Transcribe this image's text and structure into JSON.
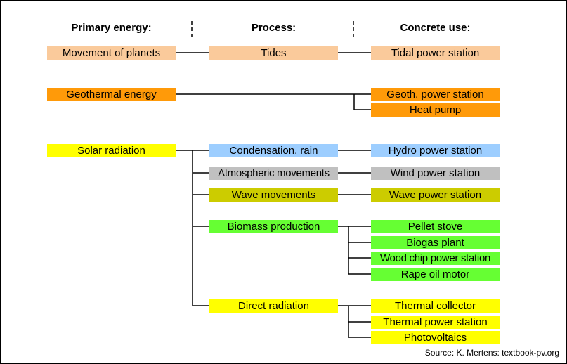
{
  "headers": {
    "primary": "Primary energy:",
    "process": "Process:",
    "use": "Concrete use:"
  },
  "colors": {
    "peach": "#FACA9B",
    "orange": "#FF9A09",
    "yellow": "#FFFF00",
    "blue": "#9DCEFF",
    "gray": "#C0C0C0",
    "olive": "#CCCC00",
    "green": "#66FF33"
  },
  "primary": {
    "planets": "Movement of planets",
    "geothermal": "Geothermal energy",
    "solar": "Solar radiation"
  },
  "process": {
    "tides": "Tides",
    "condensation": "Condensation, rain",
    "atmospheric": "Atmospheric movements",
    "wave": "Wave movements",
    "biomass": "Biomass production",
    "direct": "Direct radiation"
  },
  "use": {
    "tidal": "Tidal power station",
    "geoth": "Geoth. power station",
    "heat_pump": "Heat pump",
    "hydro": "Hydro power station",
    "wind": "Wind power station",
    "wave_station": "Wave power station",
    "pellet": "Pellet stove",
    "biogas": "Biogas plant",
    "wood_chip": "Wood chip power station",
    "rape_oil": "Rape oil motor",
    "thermal_collector": "Thermal collector",
    "thermal_power": "Thermal power station",
    "photovoltaics": "Photovoltaics"
  },
  "source": "Source: K. Mertens: textbook-pv.org"
}
